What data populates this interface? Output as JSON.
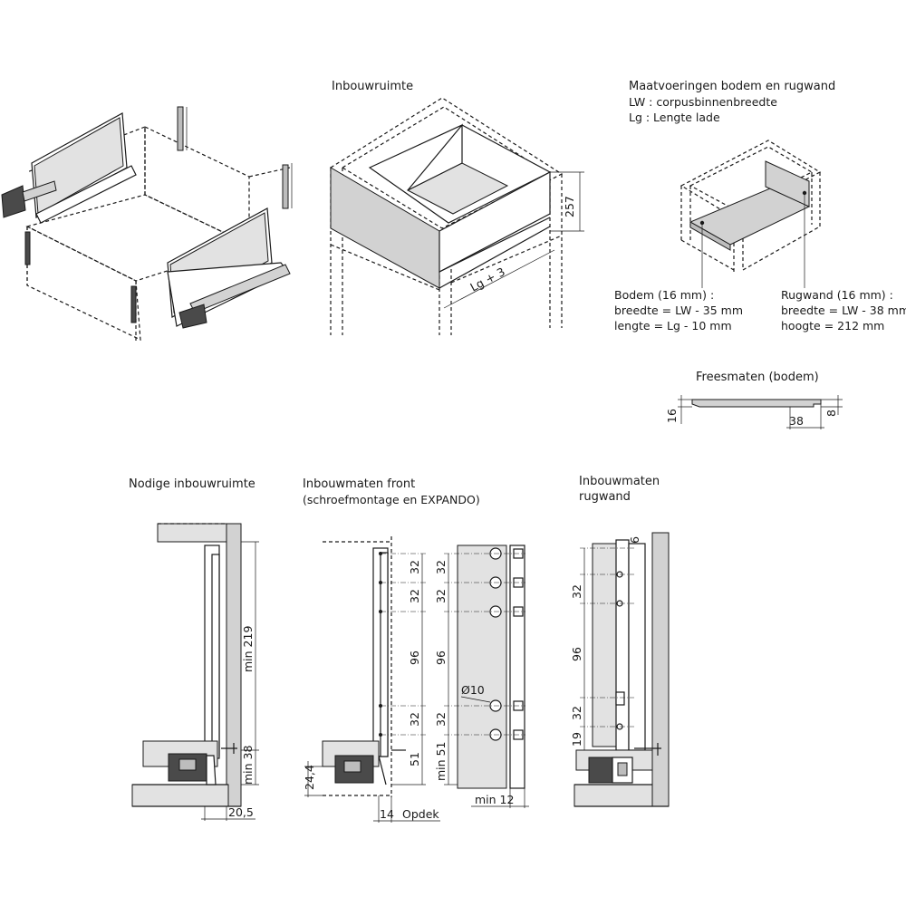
{
  "titles": {
    "inbouwruimte": "Inbouwruimte",
    "maatvoeringen": "Maatvoeringen bodem en rugwand",
    "lw_def": "LW : corpusbinnenbreedte",
    "lg_def": "Lg : Lengte lade",
    "freesmaten": "Freesmaten (bodem)",
    "nodige": "Nodige inbouwruimte",
    "front_title": "Inbouwmaten front",
    "front_sub": "(schroefmontage en EXPANDO)",
    "rug_title_1": "Inbouwmaten",
    "rug_title_2": "rugwand"
  },
  "bodem": {
    "line1": "Bodem (16 mm) :",
    "line2": "breedte = LW - 35 mm",
    "line3": "lengte = Lg - 10 mm"
  },
  "rugwand": {
    "line1": "Rugwand (16 mm) :",
    "line2": "breedte = LW - 38 mm",
    "line3": "hoogte = 212 mm"
  },
  "dims": {
    "box_height": "257",
    "box_depth": "Lg + 3",
    "frees_16": "16",
    "frees_38": "38",
    "frees_8": "8",
    "min219": "min 219",
    "min38": "min 38",
    "w205": "20,5",
    "front_32a": "32",
    "front_32b": "32",
    "front_96": "96",
    "front_32c": "32",
    "front_51": "51",
    "front_244": "24,4",
    "front_14": "14",
    "opdek": "Opdek",
    "panel_32a": "32",
    "panel_32b": "32",
    "panel_96": "96",
    "panel_32c": "32",
    "panel_min51": "min 51",
    "diam": "Ø10",
    "min12": "min 12",
    "rug_9": "9",
    "rug_32a": "32",
    "rug_96": "96",
    "rug_32b": "32",
    "rug_19": "19"
  }
}
